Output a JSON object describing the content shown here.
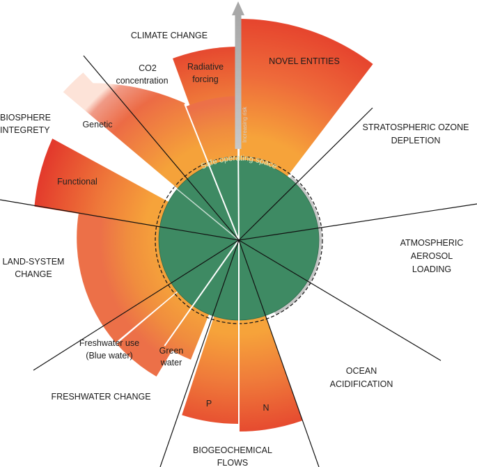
{
  "diagram": {
    "title": "",
    "center_label": "Safe operating space",
    "arrow_label": "Increasing risk",
    "boundaries": [
      {
        "name": "CLIMATE CHANGE",
        "sub": [
          "CO2",
          "concentration",
          "Radiative",
          "forcing"
        ]
      },
      {
        "name": "NOVEL ENTITIES"
      },
      {
        "name": "STRATOSPHERIC OZONE",
        "name2": "DEPLETION"
      },
      {
        "name": "ATMOSPHERIC",
        "name2": "AEROSOL",
        "name3": "LOADING"
      },
      {
        "name": "OCEAN",
        "name2": "ACIDIFICATION"
      },
      {
        "name": "BIOGEOCHEMICAL",
        "name2": "FLOWS",
        "sub": [
          "P",
          "N"
        ]
      },
      {
        "name": "FRESHWATER CHANGE",
        "sub": [
          "Freshwater use",
          "(Blue water)",
          "Green",
          "water"
        ]
      },
      {
        "name": "LAND-SYSTEM",
        "name2": "CHANGE"
      },
      {
        "name": "BIOSPHERE",
        "name2": "INTEGRETY",
        "sub": [
          "Genetic",
          "Functional"
        ]
      }
    ]
  },
  "colors": {
    "safe_zone": "#3e8a63",
    "zone_orange": "#f5a23a",
    "zone_red": "#e23b2c",
    "uncertainty_grey": "#c6c6c6",
    "arrow_grey": "#b8b8b8"
  }
}
